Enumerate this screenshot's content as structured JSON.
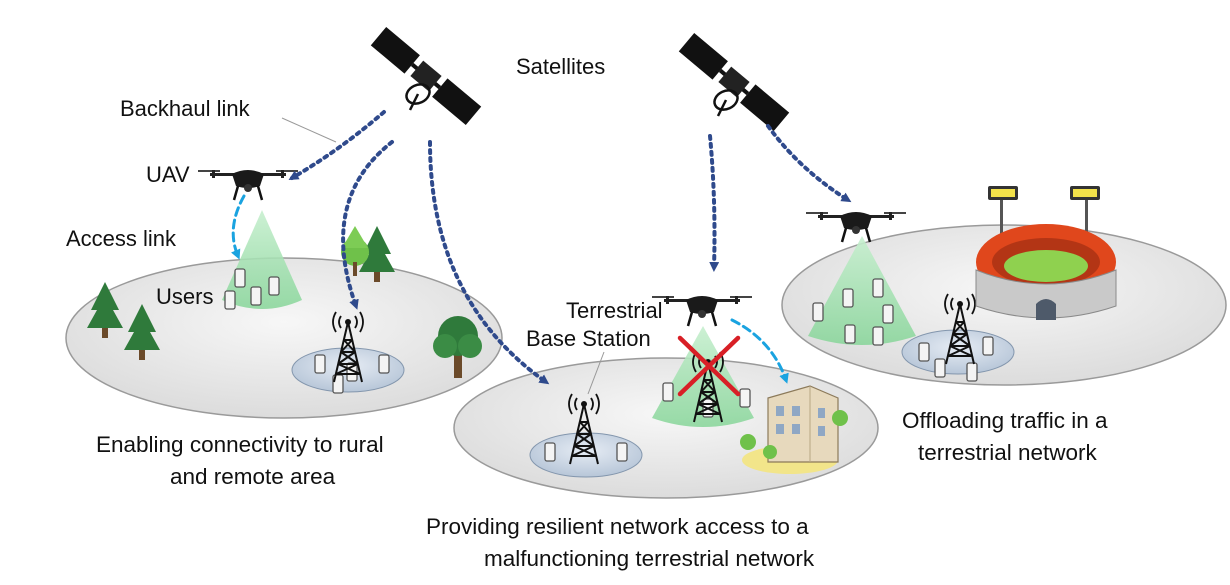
{
  "labels": {
    "satellites": "Satellites",
    "backhaul_link": "Backhaul link",
    "uav": "UAV",
    "access_link": "Access link",
    "users": "Users",
    "terrestrial_base_station": [
      "Terrestrial",
      "Base Station"
    ]
  },
  "captions": {
    "rural": [
      "Enabling connectivity to rural",
      "and remote area"
    ],
    "resilient": [
      "Providing resilient network access to a",
      "malfunctioning terrestrial network"
    ],
    "offloading": [
      "Offloading traffic in a",
      "terrestrial network"
    ]
  },
  "colors": {
    "backhaul_arrow": "#2f4a8c",
    "access_arrow": "#1aa3e0",
    "coverage_cone": "#9be0a8",
    "area_ellipse": "#e9e9e9",
    "cell_ellipse": "#c6d3e2",
    "malfunction_cross": "#d81f26",
    "tree_dark": "#2f7a3b",
    "tree_light": "#6fc14a",
    "stadium_red": "#e0471c"
  }
}
